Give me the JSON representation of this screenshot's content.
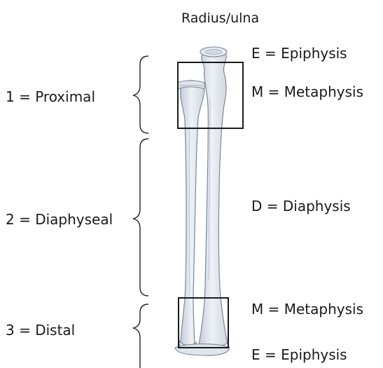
{
  "title": "Radius/ulna",
  "segments": {
    "proximal": "1 = Proximal",
    "diaphyseal": "2 = Diaphyseal",
    "distal": "3 = Distal"
  },
  "zones": {
    "epiphysis_top": "E = Epiphysis",
    "metaphysis_top": "M = Metaphysis",
    "diaphysis": "D = Diaphysis",
    "metaphysis_bottom": "M = Metaphysis",
    "epiphysis_bottom": "E = Epiphysis"
  },
  "colors": {
    "bone_fill": "#d6dde6",
    "bone_light": "#eef2f6",
    "bone_outline": "#7d8896",
    "brace": "#222222",
    "box": "#1a1a1a",
    "text": "#1a1a1a"
  }
}
